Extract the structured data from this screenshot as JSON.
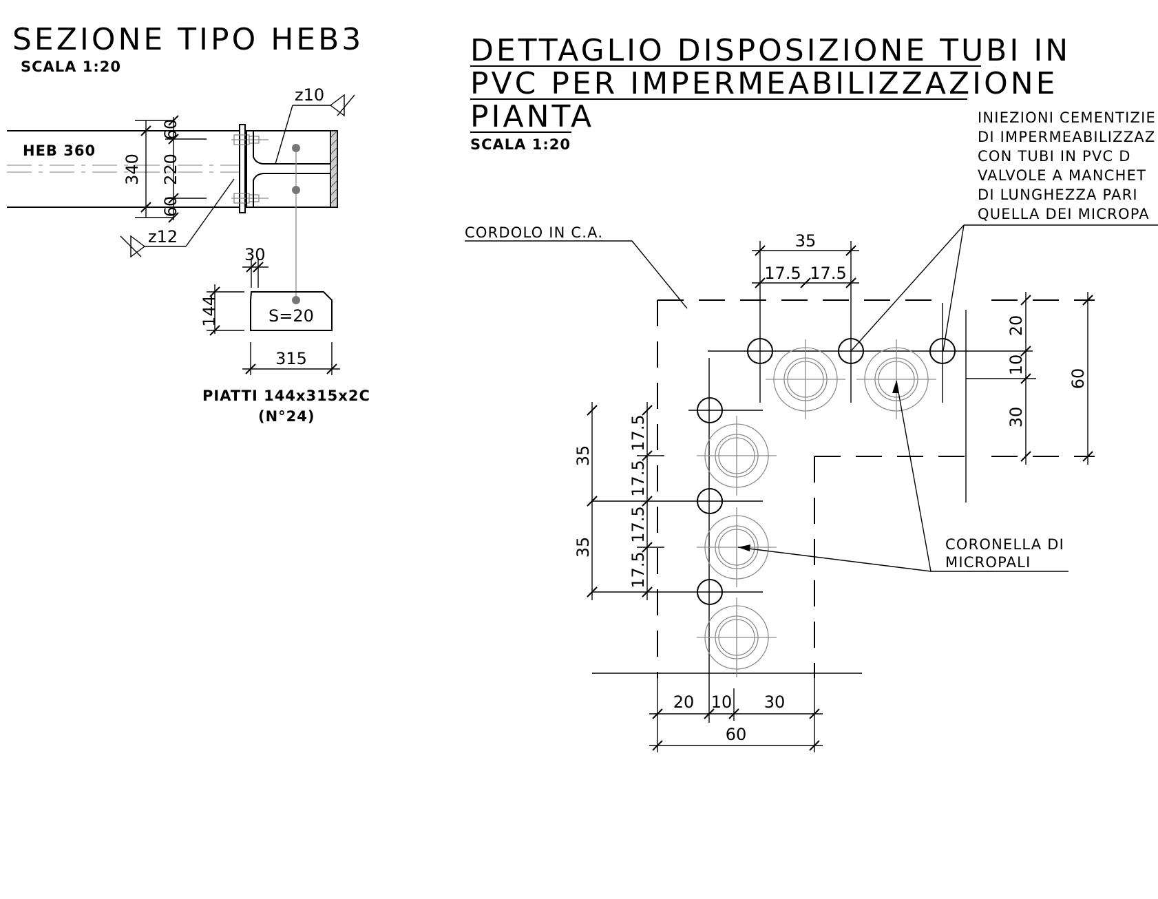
{
  "section": {
    "title": "SEZIONE TIPO HEB3",
    "scale": "SCALA 1:20",
    "beam_label": "HEB 360",
    "dim_340": "340",
    "dim_220": "220",
    "dim_60_top": "60",
    "dim_60_bottom": "60",
    "weld_top": "z10",
    "weld_bottom": "z12",
    "dim_30": "30",
    "dim_144": "144",
    "plate_label": "S=20",
    "dim_315": "315",
    "plates_line1": "PIATTI 144x315x2C",
    "plates_line2": "(N°24)"
  },
  "plan": {
    "title_line1": "DETTAGLIO DISPOSIZIONE TUBI IN",
    "title_line2": "PVC PER IMPERMEABILIZZAZIONE",
    "title_line3": "PIANTA",
    "scale": "SCALA 1:20",
    "note_lines": [
      "INIEZIONI CEMENTIZIE",
      "DI IMPERMEABILIZZAZ",
      "CON TUBI IN PVC D",
      "VALVOLE A MANCHET",
      "DI LUNGHEZZA PARI",
      "QUELLA DEI MICROPA"
    ],
    "cordolo_label": "CORDOLO IN C.A.",
    "micropali_line1": "CORONELLA DI",
    "micropali_line2": "MICROPALI",
    "dims": {
      "top_35": "35",
      "top_175_a": "17.5",
      "top_175_b": "17.5",
      "right_20": "20",
      "right_10": "10",
      "right_30": "30",
      "right_60": "60",
      "left_35_a": "35",
      "left_35_b": "35",
      "left_175_a": "17.5",
      "left_175_b": "17.5",
      "left_175_c": "17.5",
      "left_175_d": "17.5",
      "bottom_20": "20",
      "bottom_10": "10",
      "bottom_30": "30",
      "bottom_60": "60"
    }
  }
}
